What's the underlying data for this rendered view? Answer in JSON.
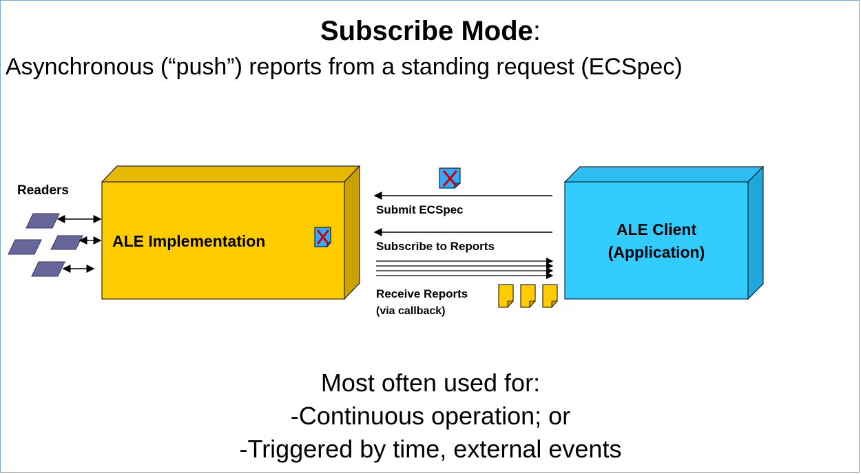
{
  "title": {
    "bold": "Subscribe Mode",
    "suffix": ":"
  },
  "subtitle": "Asynchronous (“push”) reports from a standing request (ECSpec)",
  "diagram": {
    "readers_label": "Readers",
    "ale_implementation": "ALE Implementation",
    "ale_client_line1": "ALE Client",
    "ale_client_line2": "(Application)",
    "submit_label": "Submit ECSpec",
    "subscribe_label": "Subscribe to Reports",
    "receive_line1": "Receive Reports",
    "receive_line2": "(via callback)",
    "ecspec_icon_letter": "X",
    "colors": {
      "implementation_front": "#FFCC00",
      "implementation_side": "#C9A200",
      "implementation_top": "#E6B800",
      "client_front": "#33CCFF",
      "client_side": "#1EA7D8",
      "client_top": "#2EBDF0",
      "reader": "#666699",
      "document": "#FFCC00",
      "ecspec_blue": "#33AAFF",
      "ecspec_red": "#CC0000"
    }
  },
  "bottom": {
    "line1": "Most often used for:",
    "line2": "-Continuous operation; or",
    "line3": "-Triggered by time, external events"
  }
}
